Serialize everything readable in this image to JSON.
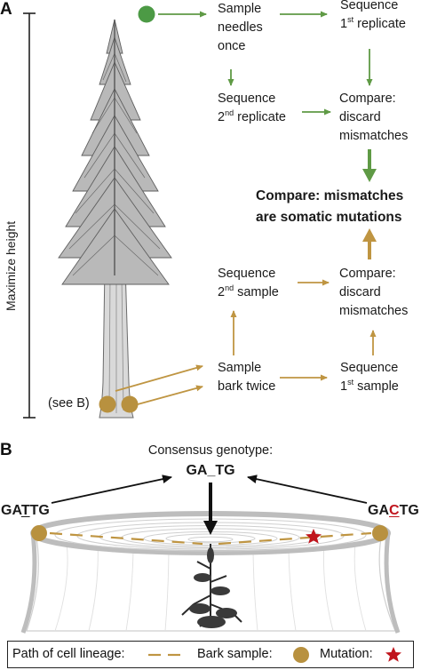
{
  "colors": {
    "green": "#5f9a45",
    "green_dot": "#4c9a45",
    "gold": "#bf9542",
    "gold_dot": "#b8913f",
    "mutation": "#c0141c",
    "ring": "#bdbdbd",
    "ink": "#1a1a1a"
  },
  "panel_a": {
    "label": "A",
    "axis_label": "Maximize height",
    "see_b": "(see B)",
    "nodes": {
      "sample_needles": [
        "Sample",
        "needles",
        "once"
      ],
      "seq_1st_replicate": {
        "line1": "Sequence",
        "prefix": "1",
        "sup": "st",
        "suffix": " replicate"
      },
      "seq_2nd_replicate": {
        "line1": "Sequence",
        "prefix": "2",
        "sup": "nd",
        "suffix": " replicate"
      },
      "compare_top": [
        "Compare:",
        "discard",
        "mismatches"
      ],
      "final": [
        "Compare: mismatches",
        "are somatic mutations"
      ],
      "seq_2nd_sample": {
        "line1": "Sequence",
        "prefix": "2",
        "sup": "nd",
        "suffix": " sample"
      },
      "compare_bottom": [
        "Compare:",
        "discard",
        "mismatches"
      ],
      "sample_bark": [
        "Sample",
        "bark twice"
      ],
      "seq_1st_sample": {
        "line1": "Sequence",
        "prefix": "1",
        "sup": "st",
        "suffix": " sample"
      }
    },
    "icons": [
      "needle-sample-dot",
      "bark-sample-dot",
      "tree-illustration"
    ]
  },
  "panel_b": {
    "label": "B",
    "consensus_label": "Consensus genotype:",
    "consensus": {
      "before": "GA",
      "gap": "_",
      "after": "TG"
    },
    "left_seq": {
      "before": "GA",
      "mark": "T",
      "after": "TG"
    },
    "right_seq": {
      "before": "GA",
      "mark": "C",
      "after": "TG"
    }
  },
  "legend": {
    "path_label": "Path of cell lineage:",
    "bark_label": "Bark sample:",
    "mutation_label": "Mutation:"
  }
}
